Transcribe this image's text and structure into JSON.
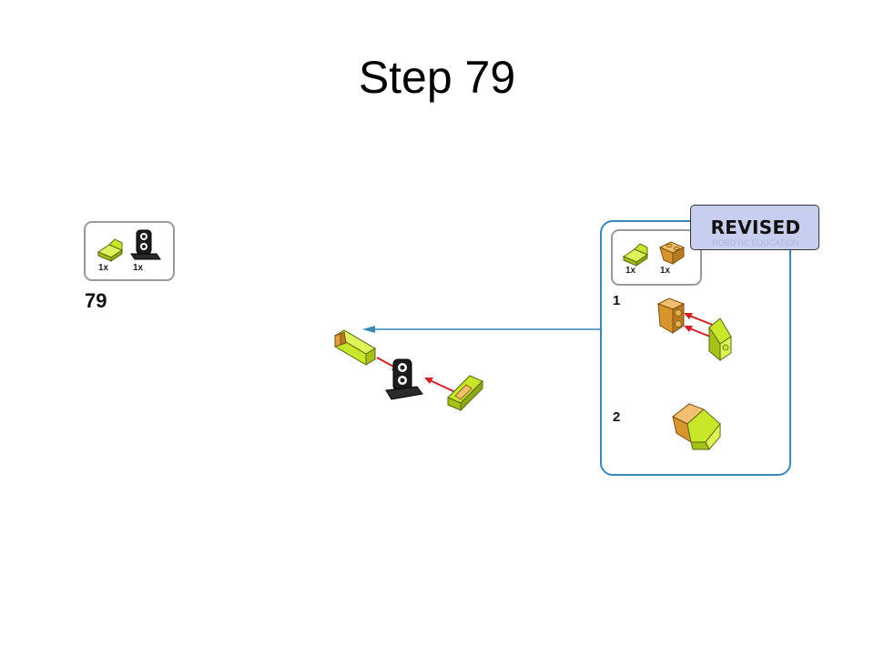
{
  "page": {
    "title": "Step 79"
  },
  "parts_list": {
    "items": [
      {
        "name": "lime-slope-brick",
        "qty": "1x",
        "color": "#c8e62a"
      },
      {
        "name": "black-technic-connector",
        "qty": "1x",
        "color": "#1a1a1a"
      }
    ]
  },
  "step": {
    "number": "79"
  },
  "callout": {
    "parts": [
      {
        "name": "lime-slope-brick",
        "qty": "1x",
        "color": "#c8e62a"
      },
      {
        "name": "orange-inverted-slope",
        "qty": "1x",
        "color": "#e0a040"
      }
    ],
    "substeps": [
      {
        "number": "1"
      },
      {
        "number": "2"
      }
    ],
    "border_color": "#3a86b7"
  },
  "badge": {
    "label": "REVISED",
    "watermark": "ROBOTIC EDUCATION",
    "background": "#c8cfee"
  },
  "colors": {
    "arrow_red": "#d42020",
    "arrow_blue": "#3a86b7",
    "lime": "#c8e62a",
    "orange": "#e0a040"
  }
}
